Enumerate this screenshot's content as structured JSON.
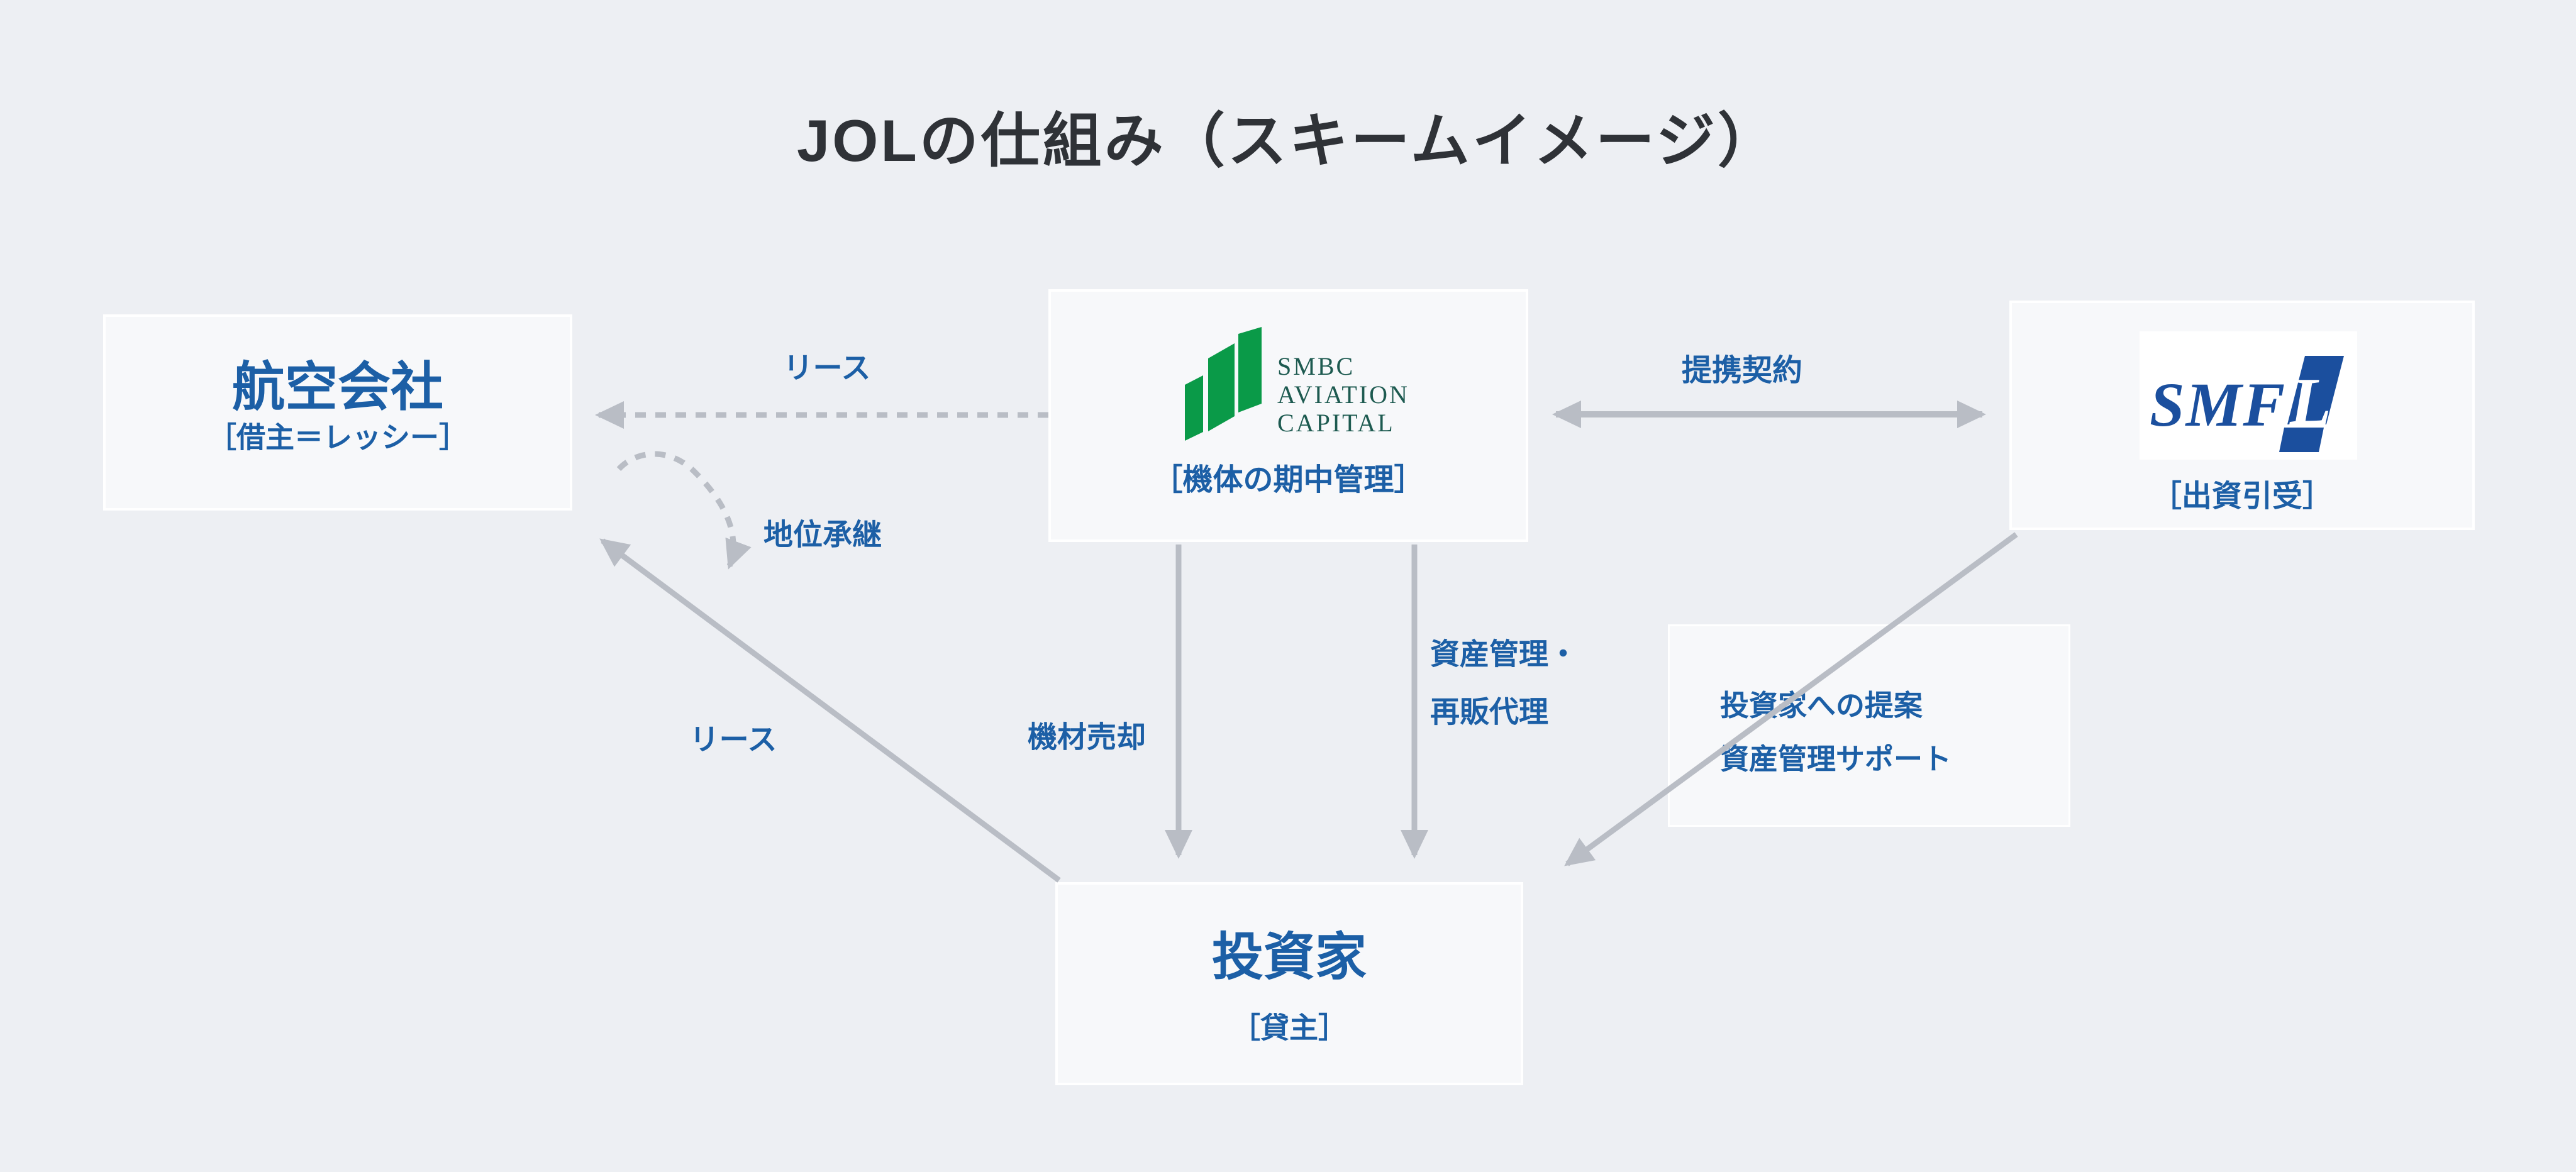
{
  "title": "JOLの仕組み（スキームイメージ）",
  "colors": {
    "page_background": "#edeff3",
    "node_background": "#f7f8fa",
    "node_border": "#ffffff",
    "accent_blue": "#1c5fa6",
    "title_dark": "#2f3237",
    "arrow_gray": "#b9bdc5",
    "smbc_green": "#0a9a48",
    "smbc_text_green": "#1d5a50",
    "smfl_blue": "#1b4f9e"
  },
  "nodes": {
    "airline": {
      "title": "航空会社",
      "subtitle": "［借主＝レッシー］"
    },
    "smbc": {
      "logo": {
        "line1": "SMBC",
        "line2": "AVIATION",
        "line3": "CAPITAL",
        "mark": "smbc-rising-mark"
      },
      "subtitle": "［機体の期中管理］"
    },
    "smfl": {
      "logo": {
        "smf": "SMF",
        "l": "L"
      },
      "subtitle": "［出資引受］"
    },
    "investor": {
      "title": "投資家",
      "subtitle": "［貸主］"
    },
    "proposal": {
      "line1": "投資家への提案",
      "line2": "資産管理サポート"
    }
  },
  "edges": {
    "lease_top": "リース",
    "partnership": "提携契約",
    "succession": "地位承継",
    "equipment_sale": "機材売却",
    "asset_management_line1": "資産管理・",
    "asset_management_line2": "再販代理",
    "lease_bottom": "リース"
  }
}
